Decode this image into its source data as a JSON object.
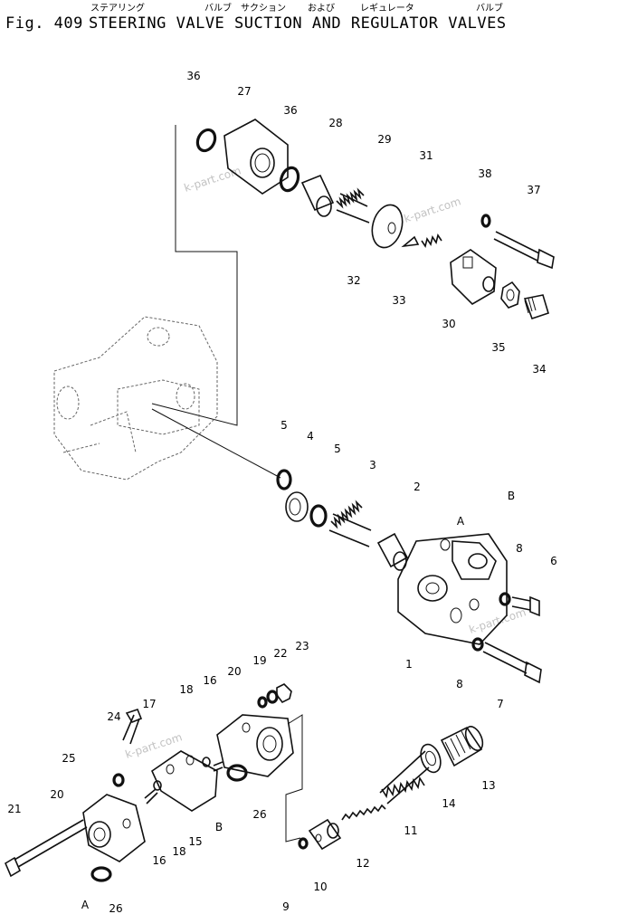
{
  "header": {
    "figure": "Fig. 409",
    "title": "STEERING VALVE SUCTION AND REGULATOR VALVES",
    "kana": [
      "ステアリング",
      "バルブ",
      "サクション",
      "および",
      "レギュレータ",
      "バルブ"
    ]
  },
  "watermark": "k-part.com",
  "callouts": [
    "36",
    "27",
    "36",
    "28",
    "29",
    "31",
    "38",
    "37",
    "32",
    "33",
    "30",
    "35",
    "34",
    "5",
    "4",
    "5",
    "3",
    "2",
    "A",
    "B",
    "8",
    "6",
    "1",
    "8",
    "7",
    "24",
    "17",
    "18",
    "16",
    "20",
    "19",
    "22",
    "23",
    "25",
    "20",
    "16",
    "18",
    "15",
    "B",
    "26",
    "21",
    "A",
    "26",
    "14",
    "13",
    "11",
    "12",
    "10",
    "9"
  ]
}
